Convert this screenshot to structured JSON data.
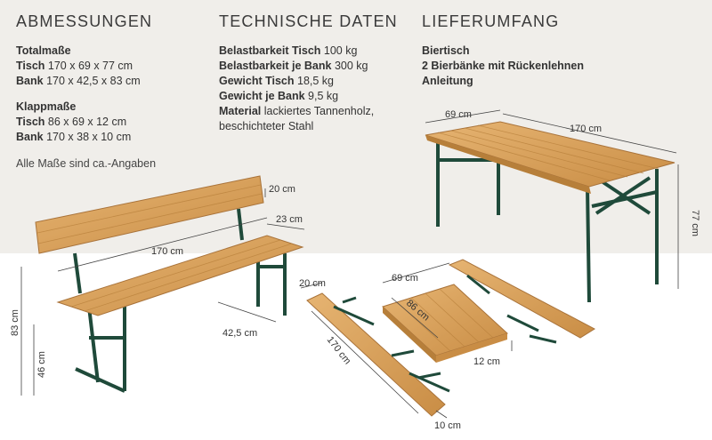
{
  "sections": {
    "abmessungen": {
      "heading": "ABMESSUNGEN",
      "group1_title": "Totalmaße",
      "tisch_label": "Tisch",
      "tisch_value": "170 x 69 x 77 cm",
      "bank_label": "Bank",
      "bank_value": "170 x 42,5 x 83 cm",
      "group2_title": "Klappmaße",
      "klapp_tisch_label": "Tisch",
      "klapp_tisch_value": "86 x 69 x 12 cm",
      "klapp_bank_label": "Bank",
      "klapp_bank_value": "170 x 38 x 10 cm",
      "note": "Alle Maße sind ca.-Angaben"
    },
    "technische_daten": {
      "heading": "TECHNISCHE DATEN",
      "rows": [
        {
          "label": "Belastbarkeit Tisch",
          "value": "100 kg"
        },
        {
          "label": "Belastbarkeit je Bank",
          "value": "300 kg"
        },
        {
          "label": "Gewicht Tisch",
          "value": "18,5 kg"
        },
        {
          "label": "Gewicht je Bank",
          "value": "9,5 kg"
        },
        {
          "label": "Material",
          "value": "lackiertes Tannenholz,"
        }
      ],
      "material_line2": "beschichteter Stahl"
    },
    "lieferumfang": {
      "heading": "LIEFERUMFANG",
      "items": [
        "Biertisch",
        "2 Bierbänke mit Rückenlehnen",
        "Anleitung"
      ]
    }
  },
  "dimensions": {
    "bench_back": "20 cm",
    "bench_depth_top": "23 cm",
    "bench_length": "170 cm",
    "bench_depth": "42,5 cm",
    "bench_height": "83 cm",
    "bench_seat_height": "46 cm",
    "table_width": "69 cm",
    "table_length": "170 cm",
    "table_height": "77 cm",
    "folded_bench_width": "20 cm",
    "folded_bench_length": "170 cm",
    "folded_bench_height": "10 cm",
    "folded_table_width": "69 cm",
    "folded_table_length": "86 cm",
    "folded_table_height": "12 cm"
  },
  "colors": {
    "wood": "#d9a35a",
    "wood_dark": "#b77f3a",
    "steel": "#1f4a3a",
    "background_top": "#f0eeea"
  }
}
